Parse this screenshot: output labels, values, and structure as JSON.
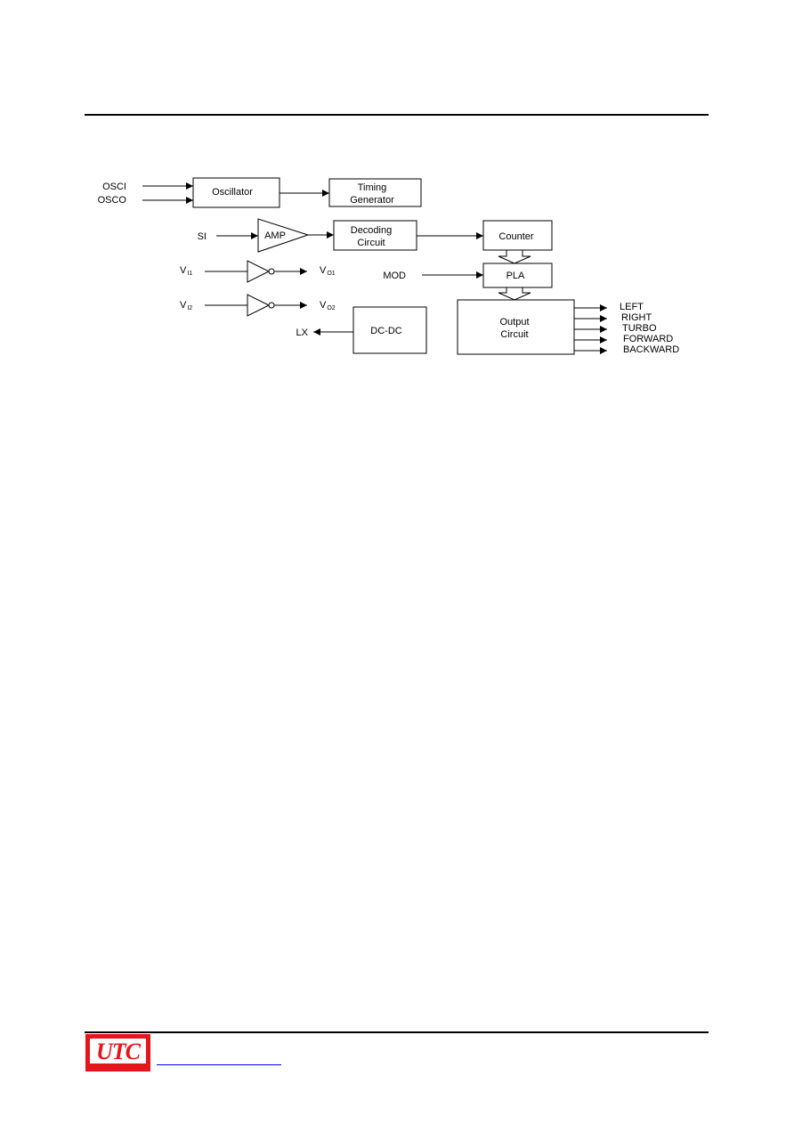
{
  "diagram": {
    "inputs": {
      "osci": "OSCI",
      "osco": "OSCO",
      "si": "SI",
      "v1": "V",
      "v1_sub": "I1",
      "v2": "V",
      "v2_sub": "I2",
      "mod": "MOD"
    },
    "blocks": {
      "oscillator": "Oscillator",
      "timing_line1": "Timing",
      "timing_line2": "Generator",
      "amp": "AMP",
      "decoding_line1": "Decoding",
      "decoding_line2": "Circuit",
      "counter": "Counter",
      "pla": "PLA",
      "output_line1": "Output",
      "output_line2": "Circuit",
      "dcdc": "DC-DC"
    },
    "outputs": {
      "vo1": "V",
      "vo1_sub": "O1",
      "vo2": "V",
      "vo2_sub": "O2",
      "lx": "LX",
      "signals": [
        "LEFT",
        "RIGHT",
        "TURBO",
        "FORWARD",
        "BACKWARD"
      ]
    }
  },
  "colors": {
    "logo_red": "#e8141b",
    "link_blue": "#0000ee"
  },
  "footer": {
    "logo_text": "UTC"
  }
}
